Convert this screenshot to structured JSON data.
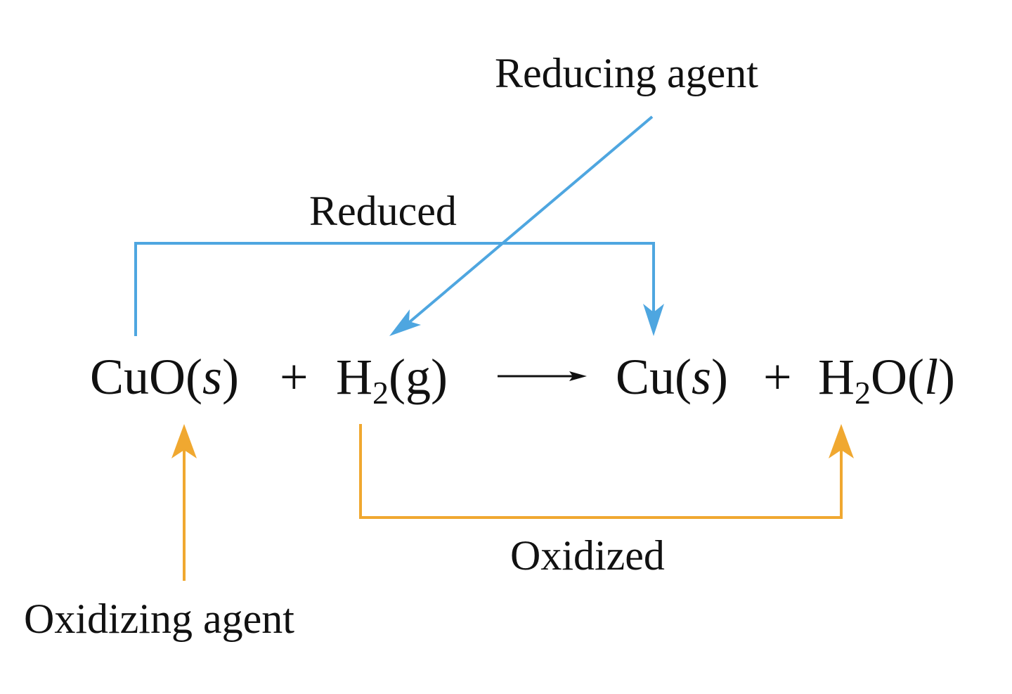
{
  "labels": {
    "reducing_agent": "Reducing agent",
    "reduced": "Reduced",
    "oxidized": "Oxidized",
    "oxidizing_agent": "Oxidizing agent"
  },
  "equation": {
    "reactant1": {
      "formula": "CuO",
      "open": "(",
      "state": "s",
      "close": ")"
    },
    "plus1": "+",
    "reactant2": {
      "element": "H",
      "subscript": "2",
      "rest": "(g)"
    },
    "product1": {
      "formula": "Cu",
      "open": "(",
      "state": "s",
      "close": ")"
    },
    "plus2": "+",
    "product2": {
      "element": "H",
      "subscript": "2",
      "rest": "O(",
      "state": "l",
      "close": ")"
    }
  },
  "colors": {
    "reduction_arrows": "#4ea6e0",
    "oxidation_arrows": "#f0a830",
    "reaction_arrow": "#111111",
    "text": "#111111"
  }
}
